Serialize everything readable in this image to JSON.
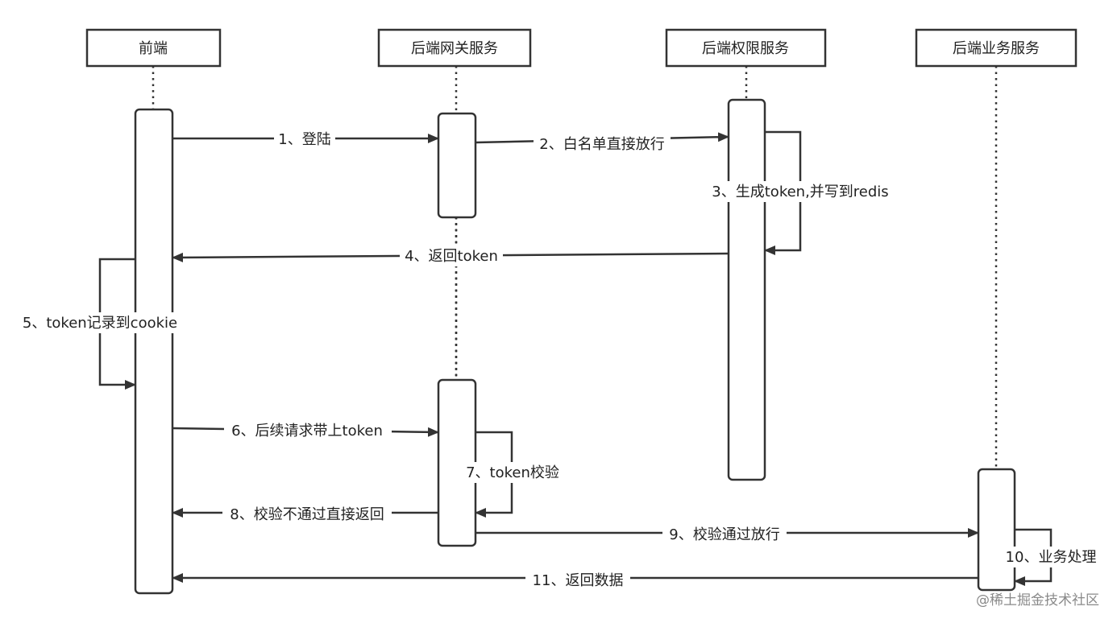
{
  "participants": [
    {
      "id": "frontend",
      "label": "前端"
    },
    {
      "id": "gateway",
      "label": "后端网关服务"
    },
    {
      "id": "auth",
      "label": "后端权限服务"
    },
    {
      "id": "business",
      "label": "后端业务服务"
    }
  ],
  "messages": [
    {
      "id": "m1",
      "from": "frontend",
      "to": "gateway",
      "label": "1、登陆"
    },
    {
      "id": "m2",
      "from": "gateway",
      "to": "auth",
      "label": "2、白名单直接放行"
    },
    {
      "id": "m3",
      "from": "auth",
      "to": "auth",
      "label": "3、生成token,并写到redis"
    },
    {
      "id": "m4",
      "from": "auth",
      "to": "frontend",
      "label": "4、返回token"
    },
    {
      "id": "m5",
      "from": "frontend",
      "to": "frontend",
      "label": "5、token记录到cookie"
    },
    {
      "id": "m6",
      "from": "frontend",
      "to": "gateway",
      "label": "6、后续请求带上token"
    },
    {
      "id": "m7",
      "from": "gateway",
      "to": "gateway",
      "label": "7、token校验"
    },
    {
      "id": "m8",
      "from": "gateway",
      "to": "frontend",
      "label": "8、校验不通过直接返回"
    },
    {
      "id": "m9",
      "from": "gateway",
      "to": "business",
      "label": "9、校验通过放行"
    },
    {
      "id": "m10",
      "from": "business",
      "to": "business",
      "label": "10、业务处理"
    },
    {
      "id": "m11",
      "from": "business",
      "to": "frontend",
      "label": "11、返回数据"
    }
  ],
  "watermark": "@稀土掘金技术社区",
  "colors": {
    "line": "#333333",
    "text": "#222222",
    "box_border": "#333333",
    "background": "#ffffff"
  }
}
